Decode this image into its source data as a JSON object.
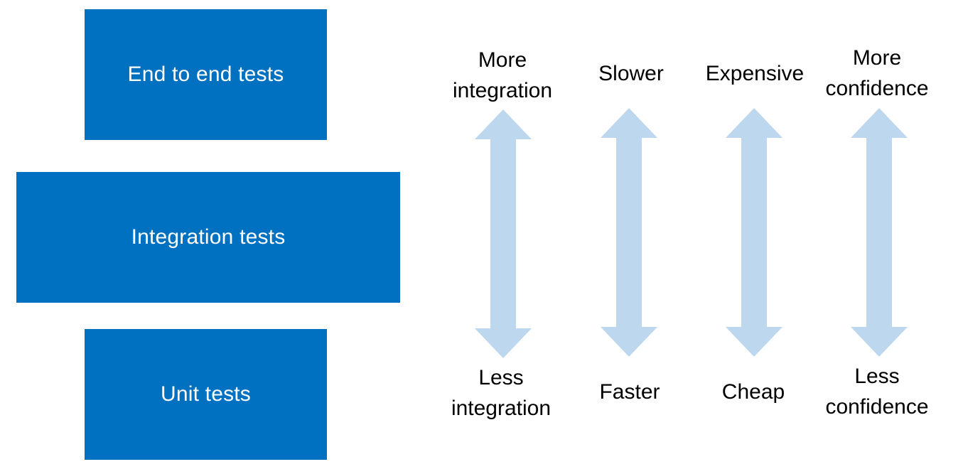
{
  "colors": {
    "box_fill": "#0070c0",
    "box_text": "#ffffff",
    "arrow_fill": "#bdd7ee",
    "label_text": "#000000"
  },
  "boxes": {
    "end_to_end": "End to end tests",
    "integration": "Integration tests",
    "unit": "Unit tests"
  },
  "scales": [
    {
      "top": [
        "More",
        "integration"
      ],
      "bottom": [
        "Less",
        "integration"
      ],
      "icon": "double-arrow-vertical"
    },
    {
      "top": [
        "Slower"
      ],
      "bottom": [
        "Faster"
      ],
      "icon": "double-arrow-vertical"
    },
    {
      "top": [
        "Expensive"
      ],
      "bottom": [
        "Cheap"
      ],
      "icon": "double-arrow-vertical"
    },
    {
      "top": [
        "More",
        "confidence"
      ],
      "bottom": [
        "Less",
        "confidence"
      ],
      "icon": "double-arrow-vertical"
    }
  ]
}
